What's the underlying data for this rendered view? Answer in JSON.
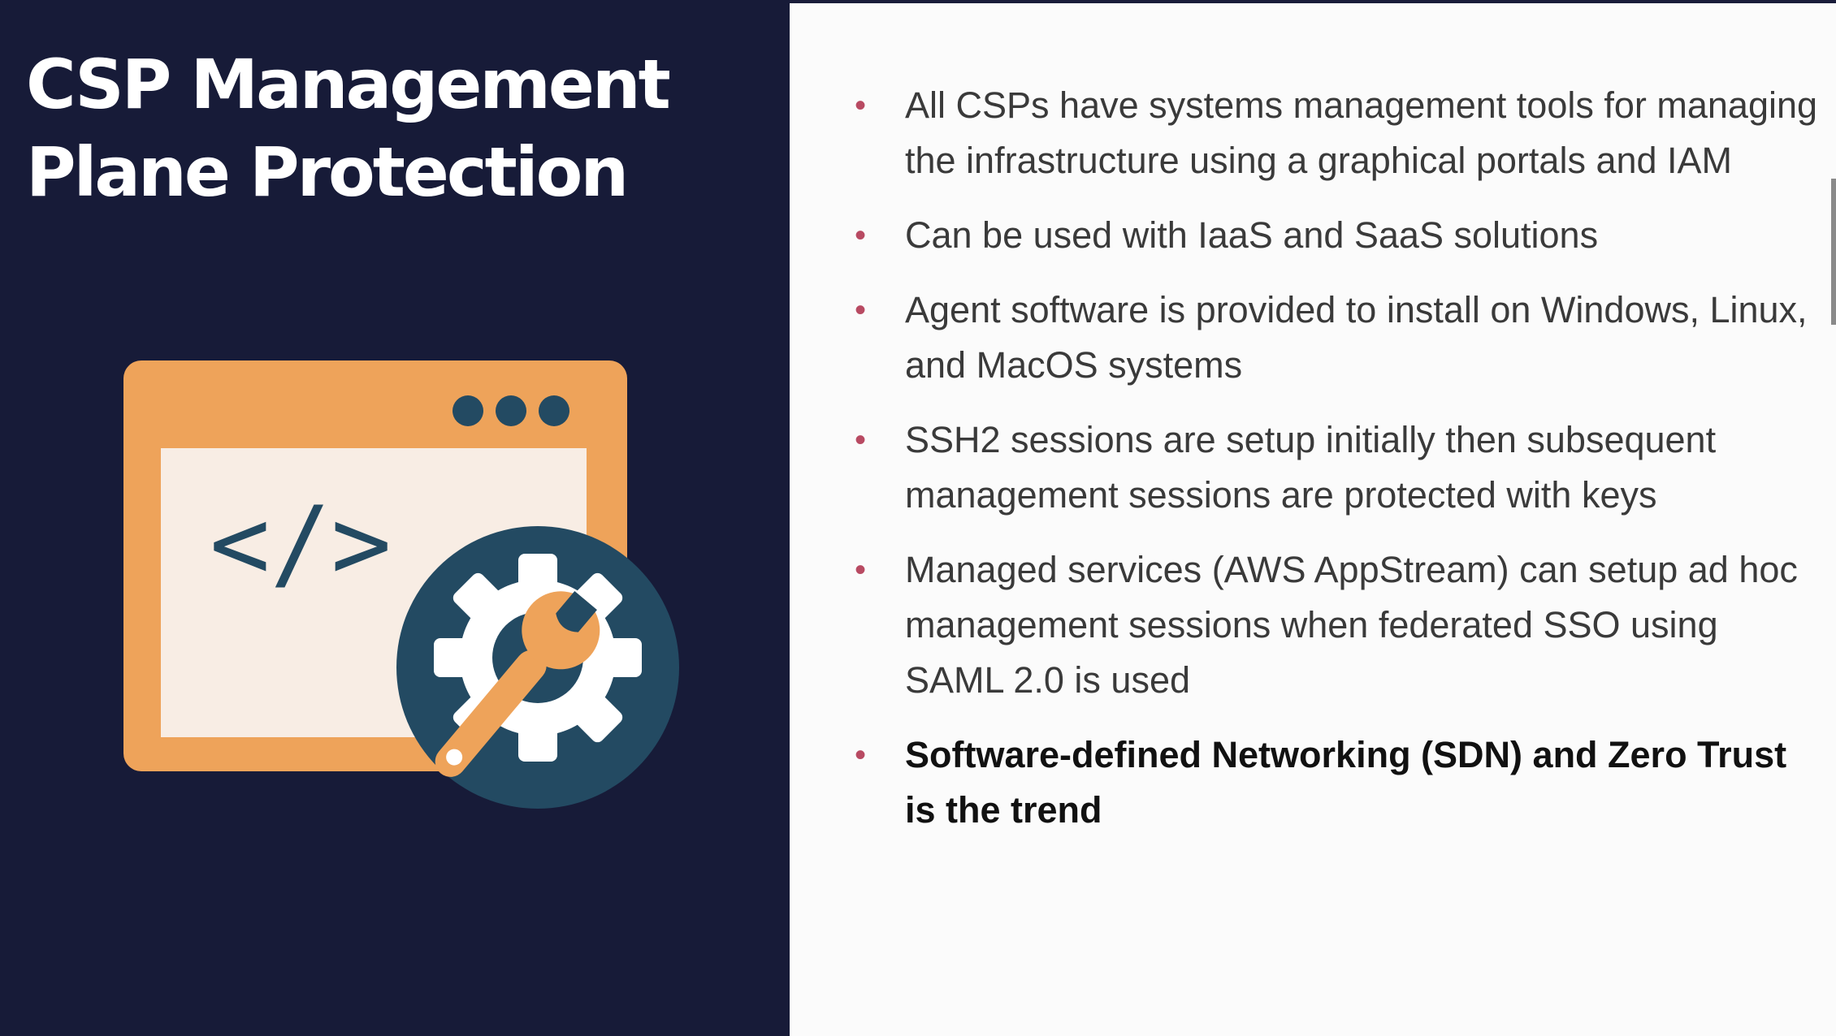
{
  "slide": {
    "title_lines": [
      "CSP Management",
      "Plane Protection"
    ],
    "illustration": {
      "window_icon": "browser-window-icon",
      "code_icon": "code-brackets-icon",
      "code_text": "</>",
      "settings_icon": "gear-wrench-icon"
    },
    "bullets": [
      "All CSPs have systems management tools for managing the infrastructure using a graphical portals and IAM",
      "Can be used with IaaS and SaaS solutions",
      "Agent software is provided to install on Windows, Linux, and MacOS systems",
      "SSH2 sessions are setup initially then subsequent management sessions are protected with keys",
      "Managed services (AWS AppStream) can setup ad hoc management sessions when federated SSO using SAML 2.0 is used",
      "Software-defined Networking (SDN) and Zero Trust is the trend"
    ],
    "bullet_symbol": "•",
    "colors": {
      "left_background": "#171b38",
      "right_background": "#fbfbfb",
      "title_text": "#ffffff",
      "bullet_marker": "#b84a62",
      "window_orange": "#eea35a",
      "window_inner": "#f8ede4",
      "gear_circle": "#234a62"
    }
  }
}
